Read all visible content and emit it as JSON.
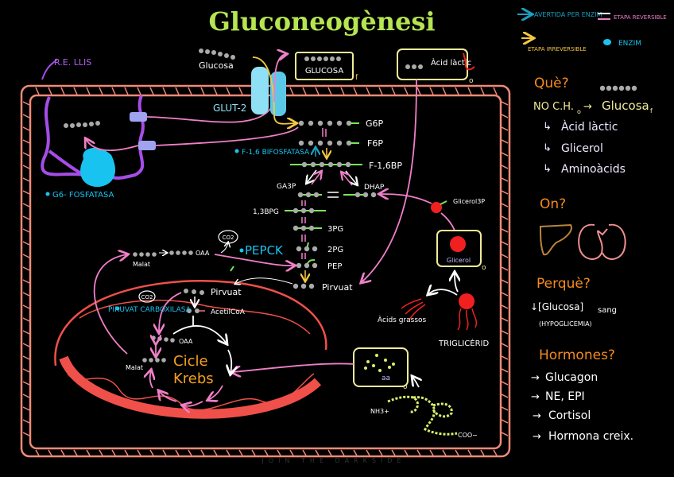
{
  "title": "Gluconeogènesi",
  "legend": {
    "enzyme_arrow": "AVERTIDA PER ENZIM",
    "reversible": "ETAPA REVERSIBLE",
    "irreversible": "ETAPA IRREVERSIBLE",
    "enzyme": "ENZIM"
  },
  "panel": {
    "que_heading": "Què?",
    "no_ch": "NO C.H.",
    "no_ch_sub": "o",
    "glucosa": "Glucosa",
    "glucosa_sub": "f",
    "sources": [
      "Àcid làctic",
      "Glicerol",
      "Aminoàcids"
    ],
    "on_heading": "On?",
    "perque_heading": "Perquè?",
    "perque_text": "↓[Glucosa]",
    "perque_sub": "sang",
    "perque_note": "(HYPOGLICEMIA)",
    "hormones_heading": "Hormones?",
    "hormones": [
      "Glucagon",
      "NE, EPI",
      "Cortisol",
      "Hormona creix."
    ]
  },
  "diagram": {
    "re_llis": "R.E. LLIS",
    "g6_fosfatasa": "G6- FOSFATASA",
    "glucosa_outside": "Glucosa",
    "glucosa_box": "GLUCOSA",
    "glucosa_box_sub": "f",
    "glut2": "GLUT-2",
    "acid_lactic": "Àcid làctic",
    "acid_lactic_sub": "o",
    "f16_bifosfatasa": "F-1,6 BIFOSFATASA",
    "metabolites": {
      "g6p": "G6P",
      "f6p": "F6P",
      "f16bp": "F-1,6BP",
      "ga3p": "GA3P",
      "dhap": "DHAP",
      "bpg13": "1,3BPG",
      "pg3": "3PG",
      "pg2": "2PG",
      "pep": "PEP",
      "pirvuat": "Pirvuat"
    },
    "glicerol3p": "Glicerol3P",
    "glicerol": "Glicerol",
    "glicerol_sub": "o",
    "acids_grassos": "Àcids grassos",
    "trigliceride": "TRIGLICÈRID",
    "aa": "aa",
    "aa_sub": "o",
    "nh3": "NH3+",
    "coo": "COO−",
    "co2": "CO2",
    "pepck": "PEPCK",
    "malat": "Malat",
    "oaa": "OAA",
    "pirvuat_mito": "Pirvuat",
    "acetilcoa": "AcetilCoA",
    "piruvat_carboxilasa": "PIRUVAT CARBOXILASA",
    "cicle": "Cicle",
    "krebs": "Krebs"
  },
  "watermark": "JOIN THE DARKSIDE",
  "colors": {
    "title": "#b5e550",
    "membrane": "#f08a78",
    "enzyme": "#19c3f0",
    "reversible_pink": "#f07fc8",
    "irreversible": "#f5c842",
    "heading": "#f58a1f",
    "mito": "#f0504a",
    "er": "#a64de8",
    "box": "#f2ec9a"
  }
}
